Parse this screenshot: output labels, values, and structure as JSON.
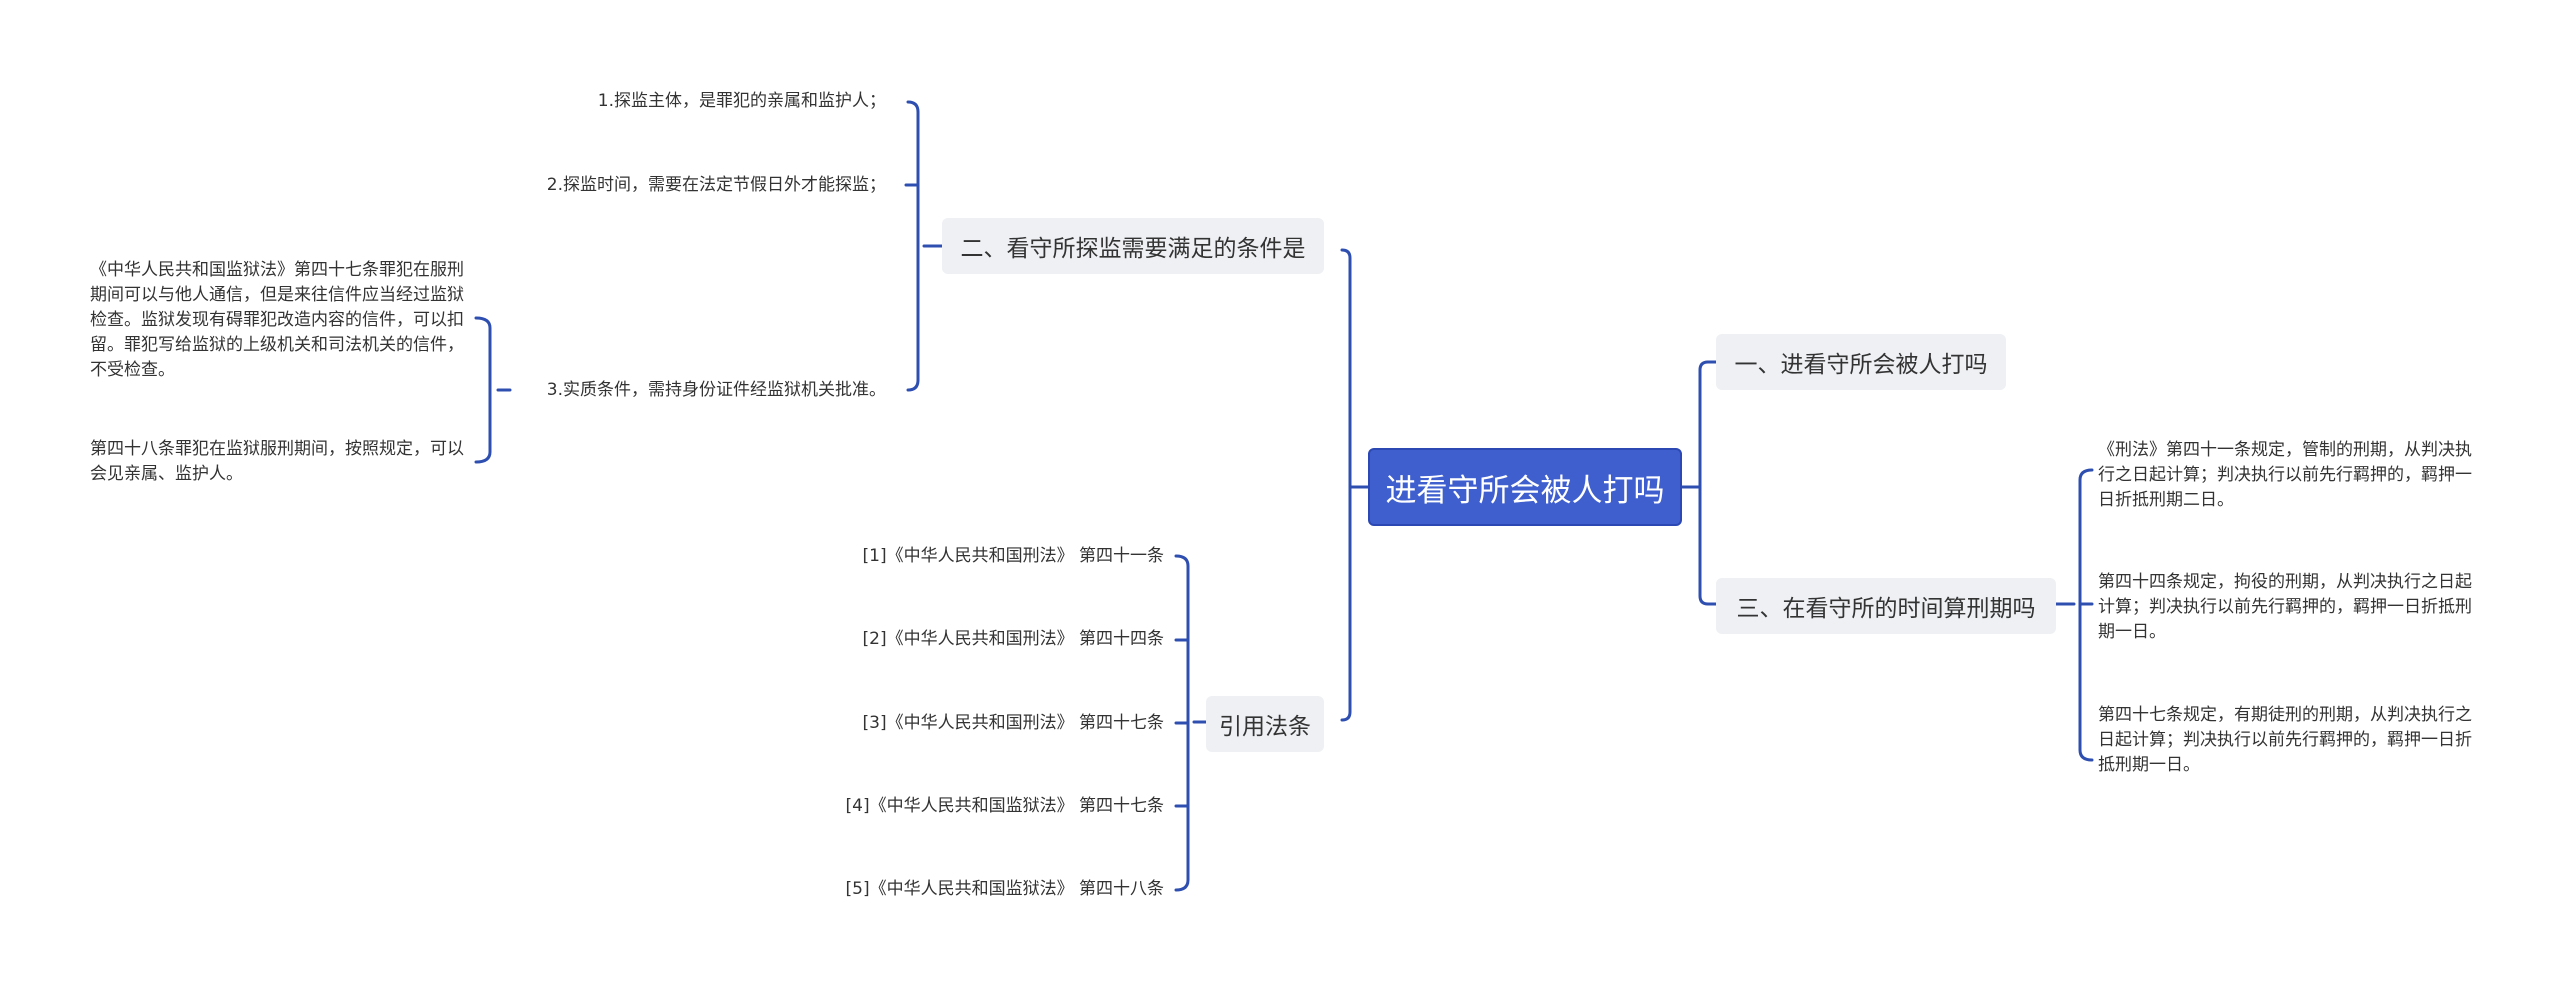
{
  "root": {
    "title": "进看守所会被人打吗"
  },
  "branches": {
    "b1": {
      "label": "一、进看守所会被人打吗"
    },
    "b2": {
      "label": "二、看守所探监需要满足的条件是",
      "items": [
        "1.探监主体，是罪犯的亲属和监护人；",
        "2.探监时间，需要在法定节假日外才能探监；",
        "3.实质条件，需持身份证件经监狱机关批准。"
      ],
      "sub_items": [
        "《中华人民共和国监狱法》第四十七条罪犯在服刑期间可以与他人通信，但是来往信件应当经过监狱检查。监狱发现有碍罪犯改造内容的信件，可以扣留。罪犯写给监狱的上级机关和司法机关的信件，不受检查。",
        "第四十八条罪犯在监狱服刑期间，按照规定，可以会见亲属、监护人。"
      ]
    },
    "b3": {
      "label": "三、在看守所的时间算刑期吗",
      "items": [
        "《刑法》第四十一条规定，管制的刑期，从判决执行之日起计算；判决执行以前先行羁押的，羁押一日折抵刑期二日。",
        "第四十四条规定，拘役的刑期，从判决执行之日起计算；判决执行以前先行羁押的，羁押一日折抵刑期一日。",
        "第四十七条规定，有期徒刑的刑期，从判决执行之日起计算；判决执行以前先行羁押的，羁押一日折抵刑期一日。"
      ]
    },
    "b4": {
      "label": "引用法条",
      "items": [
        "[1]《中华人民共和国刑法》 第四十一条",
        "[2]《中华人民共和国刑法》 第四十四条",
        "[3]《中华人民共和国刑法》 第四十七条",
        "[4]《中华人民共和国监狱法》 第四十七条",
        "[5]《中华人民共和国监狱法》 第四十八条"
      ]
    }
  },
  "colors": {
    "line": "#2f4fb0",
    "root_bg": "#3f5fcf",
    "branch_bg": "#eef0f4"
  }
}
